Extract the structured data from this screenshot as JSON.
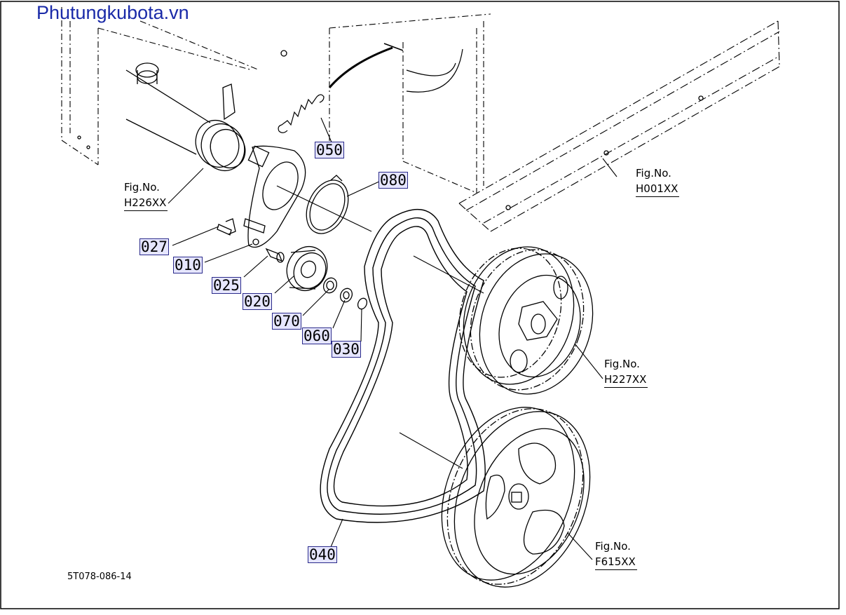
{
  "watermark": "Phutungkubota.vn",
  "drawing_code": "5T078-086-14",
  "parts": {
    "p050": "050",
    "p080": "080",
    "p027": "027",
    "p010": "010",
    "p025": "025",
    "p020": "020",
    "p070": "070",
    "p060": "060",
    "p030": "030",
    "p040": "040"
  },
  "figure_refs": {
    "h226": {
      "line1": "Fig.No.",
      "line2": "H226XX"
    },
    "h001": {
      "line1": "Fig.No.",
      "line2": "H001XX"
    },
    "h227": {
      "line1": "Fig.No.",
      "line2": "H227XX"
    },
    "f615": {
      "line1": "Fig.No.",
      "line2": "F615XX"
    }
  },
  "colors": {
    "label_fill": "#e6e6ff",
    "label_border": "#2a2a8a",
    "watermark": "#1a2aa8",
    "line": "#000000"
  }
}
